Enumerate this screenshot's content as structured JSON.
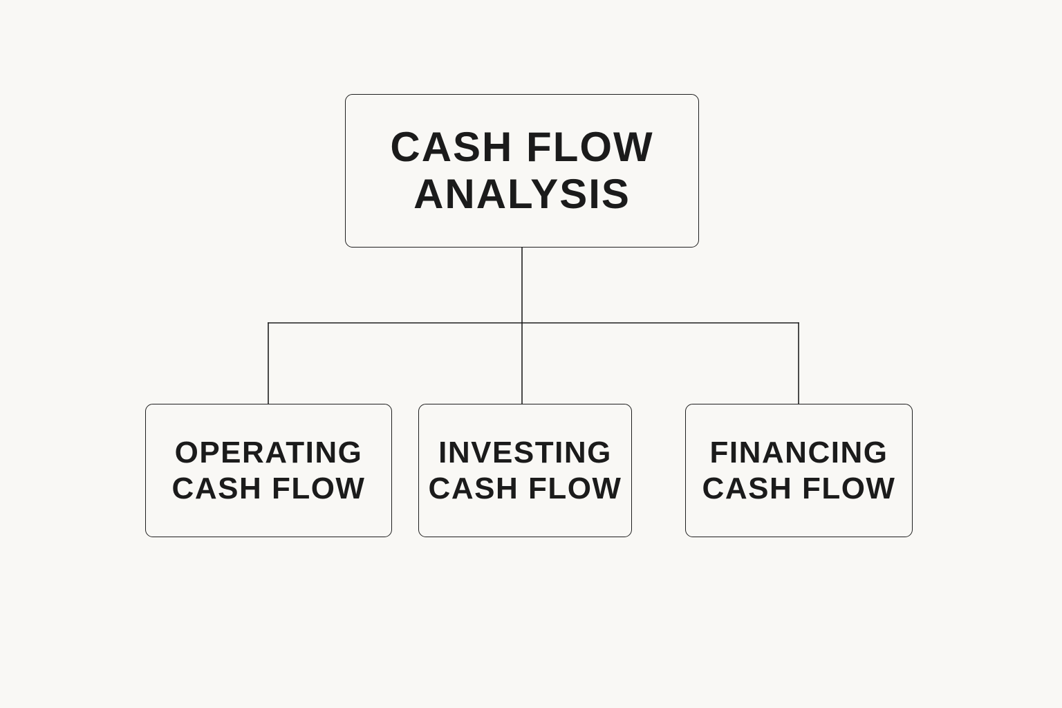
{
  "colors": {
    "background": "#f9f8f5",
    "stroke": "#1e1e1e",
    "text": "#1b1b1b"
  },
  "diagram": {
    "root": {
      "label": "CASH FLOW\nANALYSIS"
    },
    "children": [
      {
        "id": "operating",
        "label": "OPERATING\nCASH FLOW"
      },
      {
        "id": "investing",
        "label": "INVESTING\nCASH FLOW"
      },
      {
        "id": "financing",
        "label": "FINANCING\nCASH FLOW"
      }
    ]
  }
}
